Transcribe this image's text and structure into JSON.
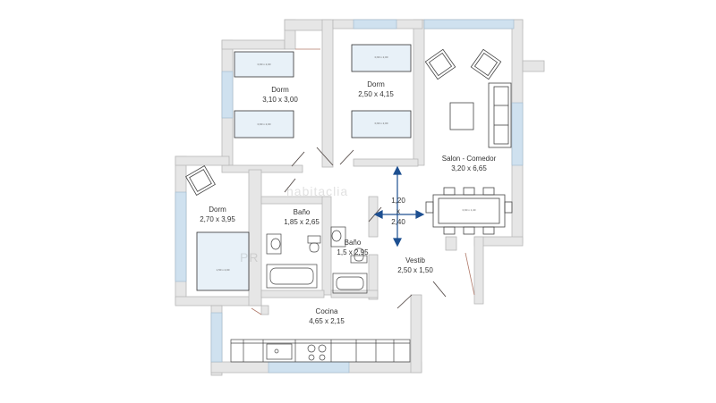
{
  "rooms": [
    {
      "name": "Dorm",
      "dims": "3,10 x 3,00"
    },
    {
      "name": "Dorm",
      "dims": "2,50 x 4,15"
    },
    {
      "name": "Salon - Comedor",
      "dims": "3,20 x 6,65"
    },
    {
      "name": "Dorm",
      "dims": "2,70 x 3,95"
    },
    {
      "name": "Baño",
      "dims": "1,85 x 2,65"
    },
    {
      "name": "Baño",
      "dims": "1,5 x 2,95"
    },
    {
      "name": "Vestib",
      "dims": "2,50 x 1,50"
    },
    {
      "name": "Cocina",
      "dims": "4,65 x 2,15"
    }
  ],
  "furniture_labels": {
    "bed1_top": "0,90 x 2,00",
    "bed1_bottom": "0,90 x 2,00",
    "bed2_top": "0,90 x 2,00",
    "bed2_bottom": "0,90 x 2,00",
    "bed3": "1,50 x 2,00",
    "table": "0,90 x 1,40"
  },
  "dimension": {
    "w": "1,20",
    "x": "x",
    "h": "2,40"
  },
  "watermarks": {
    "center": "habitaclia",
    "left": "PR"
  },
  "colors": {
    "wall": "#e6e6e6",
    "wall_edge": "#b5b5b5",
    "window": "#cfe1ef",
    "arrow": "#1d4f91"
  }
}
